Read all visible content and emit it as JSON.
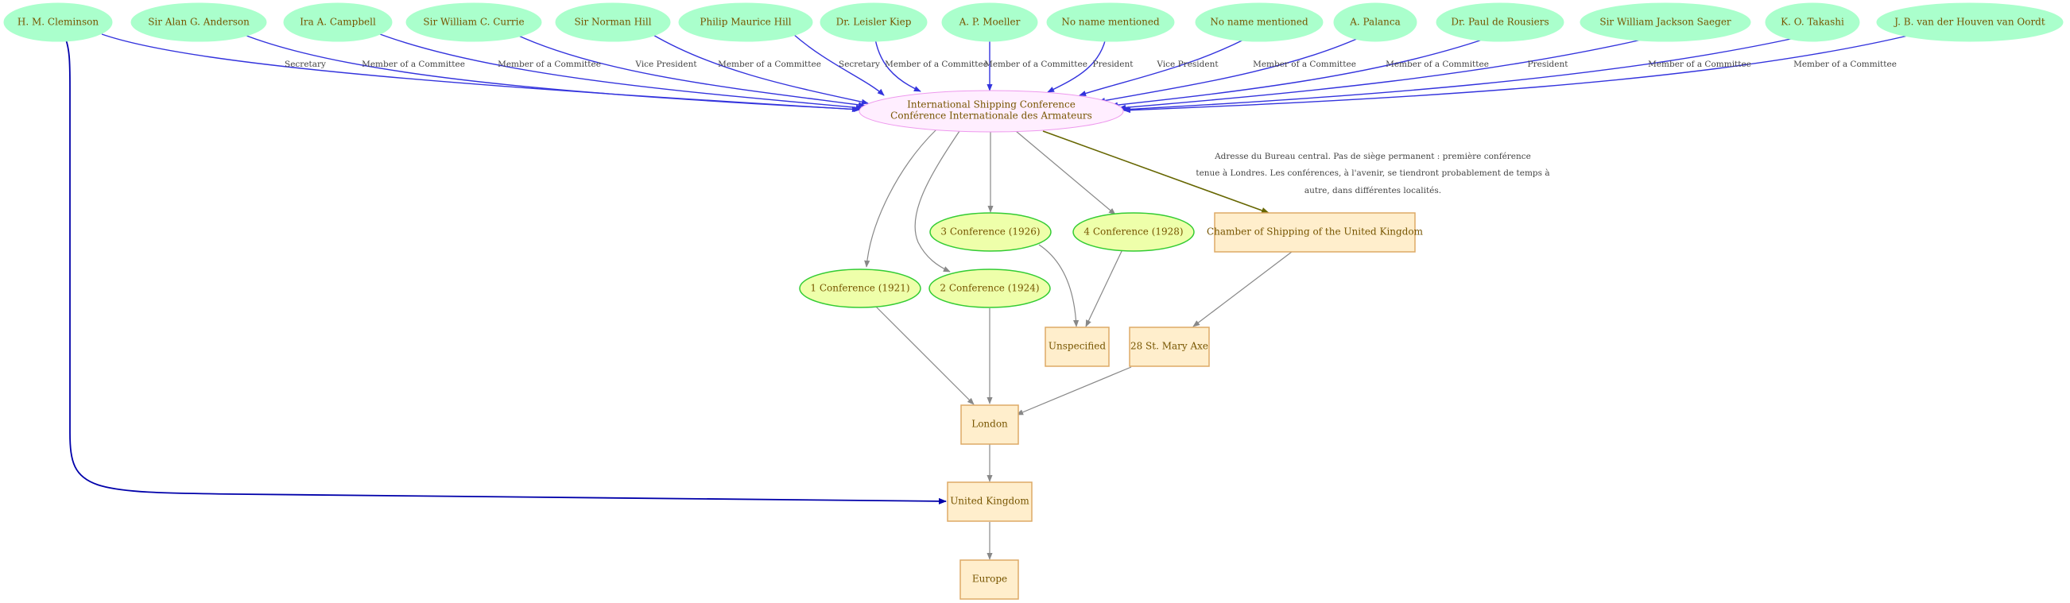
{
  "colors": {
    "person_fill": "#aaffcc",
    "org_fill": "#ffeeff",
    "org_border": "#ee99ee",
    "conference_fill": "#eeffaa",
    "conference_border": "#33cc33",
    "place_fill": "#ffeecc",
    "place_border": "#ddaa66",
    "role_edge": "#3333dd",
    "structure_edge": "#888888",
    "address_edge": "#666600",
    "text": "#775500"
  },
  "people": [
    {
      "name": "H. M. Cleminson",
      "role": "Secretary"
    },
    {
      "name": "Sir  Alan G. Anderson",
      "role": "Member of a Committee"
    },
    {
      "name": "Ira A. Campbell",
      "role": "Member of a Committee"
    },
    {
      "name": "Sir  William C. Currie",
      "role": "Vice President"
    },
    {
      "name": "Sir  Norman Hill",
      "role": "Member of a Committee"
    },
    {
      "name": "Philip Maurice Hill",
      "role": "Secretary"
    },
    {
      "name": "Dr. Leisler Kiep",
      "role": "Member of a Committee"
    },
    {
      "name": "A. P. Moeller",
      "role": "Member of a Committee"
    },
    {
      "name": "No name mentioned",
      "role": "President"
    },
    {
      "name": "No name mentioned",
      "role": "Vice President"
    },
    {
      "name": "A. Palanca",
      "role": "Member of a Committee"
    },
    {
      "name": "Dr. Paul de Rousiers",
      "role": "Member of a Committee"
    },
    {
      "name": "Sir  William Jackson Saeger",
      "role": "President"
    },
    {
      "name": "K. O. Takashi",
      "role": "Member of a Committee"
    },
    {
      "name": "J. B.  van der Houven van Oordt",
      "role": "Member of a Committee"
    }
  ],
  "organization": {
    "name_en": "International Shipping Conference",
    "name_fr": "Conférence Internationale des Armateurs"
  },
  "note": [
    "Adresse du Bureau central. Pas de siège permanent : première conférence",
    "tenue à Londres. Les conférences, à l'avenir, se tiendront probablement de temps à",
    "autre, dans différentes localités."
  ],
  "conferences": [
    {
      "label": "1 Conference (1921)"
    },
    {
      "label": "2 Conference (1924)"
    },
    {
      "label": "3 Conference (1926)"
    },
    {
      "label": "4 Conference (1928)"
    }
  ],
  "places": {
    "chamber": "Chamber of Shipping of the United Kingdom",
    "unspecified": "Unspecified",
    "address": "28 St. Mary Axe",
    "london": "London",
    "uk": "United Kingdom",
    "europe": "Europe"
  }
}
